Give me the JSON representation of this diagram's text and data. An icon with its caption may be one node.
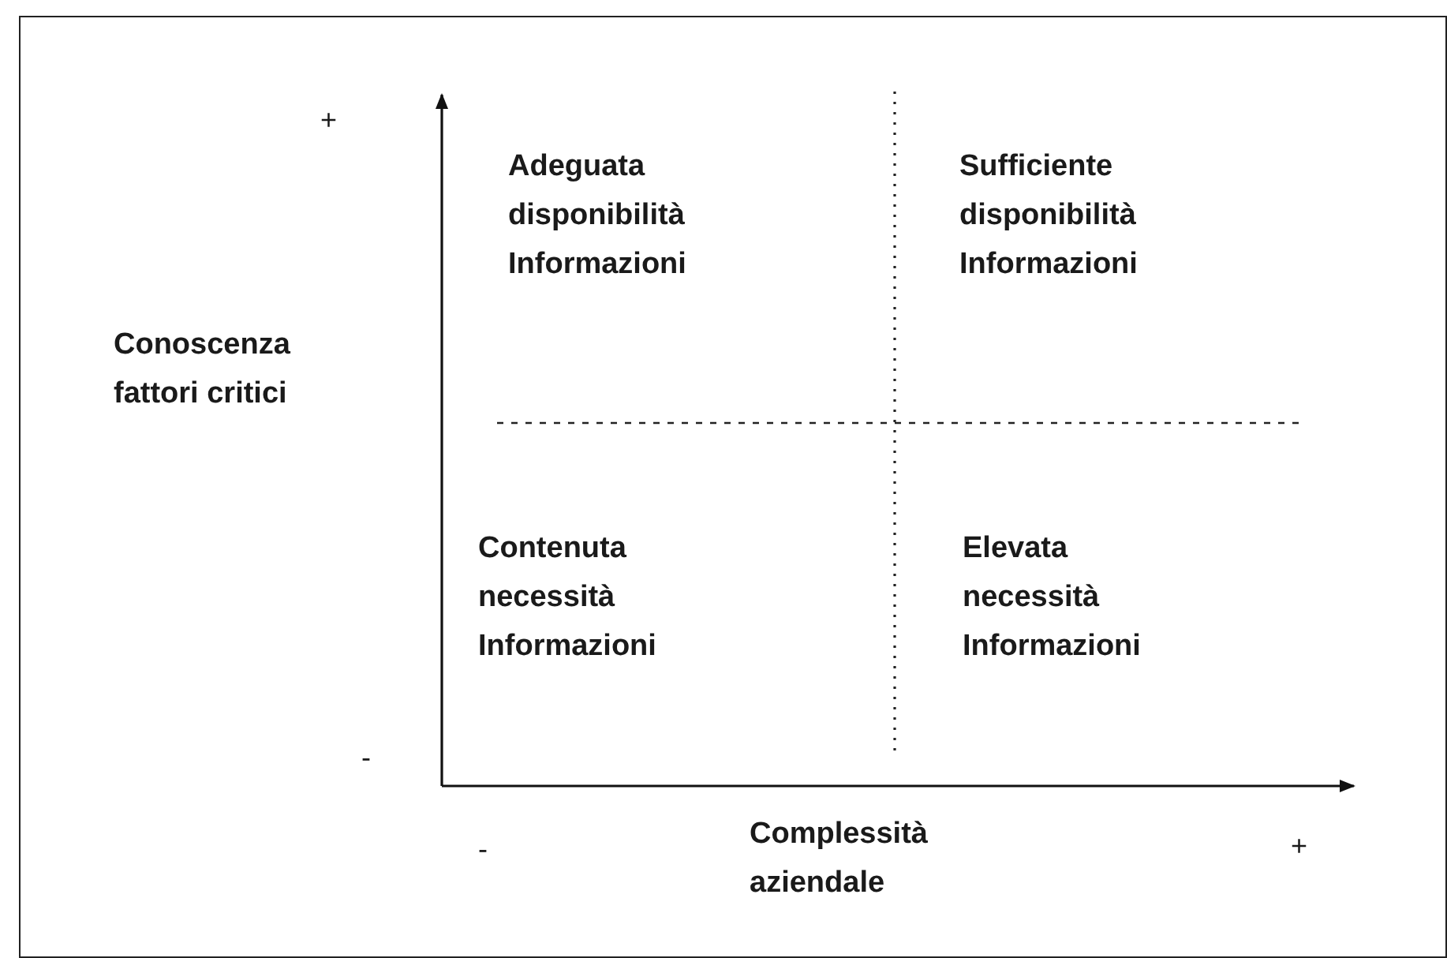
{
  "diagram": {
    "labels": [
      "+",
      "Adeguata disponibilità Informazioni",
      "Sufficiente disponibilità Informazioni",
      "Conoscenza fattori critici",
      "Contenuta necessità Informazioni",
      "Elevata necessità Informazioni",
      "-",
      "-",
      "Complessità aziendale",
      "+"
    ]
  }
}
